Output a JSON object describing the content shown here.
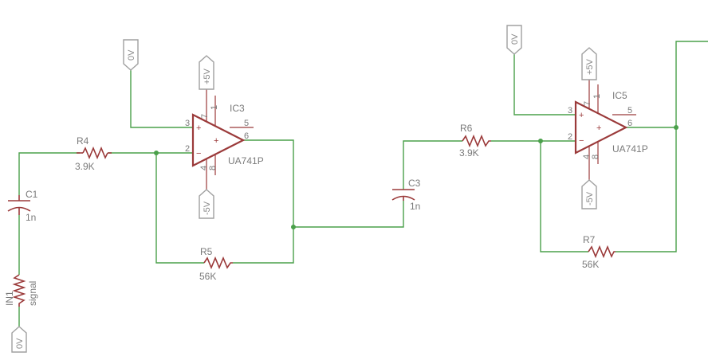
{
  "schematic": {
    "ic3": {
      "name": "IC3",
      "value": "UA741P",
      "pins": {
        "in_plus": "3",
        "in_minus": "2",
        "out": "6",
        "vplus": "7",
        "vminus": "4",
        "offset_a": "1",
        "offset_b": "5",
        "nc": "8"
      },
      "signs": {
        "plus": "+",
        "minus": "−",
        "inner": "+"
      }
    },
    "ic5": {
      "name": "IC5",
      "value": "UA741P",
      "pins": {
        "in_plus": "3",
        "in_minus": "2",
        "out": "6",
        "vplus": "7",
        "vminus": "4",
        "offset_a": "1",
        "offset_b": "5",
        "nc": "8"
      },
      "signs": {
        "plus": "+",
        "minus": "−",
        "inner": "+"
      }
    },
    "r4": {
      "name": "R4",
      "value": "3.9K"
    },
    "r5": {
      "name": "R5",
      "value": "56K"
    },
    "r6": {
      "name": "R6",
      "value": "3.9K"
    },
    "r7": {
      "name": "R7",
      "value": "56K"
    },
    "c1": {
      "name": "C1",
      "value": "1n"
    },
    "c3": {
      "name": "C3",
      "value": "1n"
    },
    "in1": {
      "name": "IN1",
      "value": "signal"
    },
    "supplies": {
      "gnd_ic3": "0V",
      "vpos_ic3": "+5V",
      "vneg_ic3": "-5V",
      "gnd_ic5": "0V",
      "vpos_ic5": "+5V",
      "vneg_ic5": "-5V",
      "gnd_in": "0V"
    }
  }
}
